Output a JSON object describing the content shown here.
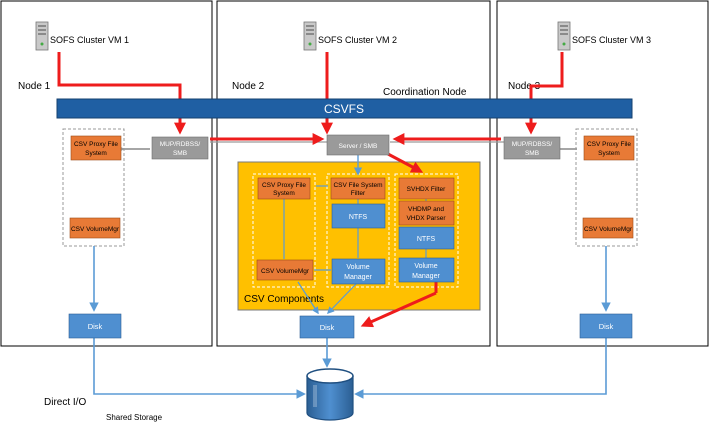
{
  "vms": {
    "vm1": "SOFS Cluster VM 1",
    "vm2": "SOFS Cluster VM 2",
    "vm3": "SOFS Cluster VM 3"
  },
  "nodes": {
    "node1": "Node 1",
    "node2": "Node 2",
    "node3": "Node 3",
    "coordination": "Coordination Node"
  },
  "csvfs_bar": "CSVFS",
  "node1": {
    "proxy": [
      "CSV Proxy File",
      "System"
    ],
    "mup": [
      "MUP/RDBSS/",
      "SMB"
    ],
    "volmgr": "CSV VolumeMgr",
    "disk": "Disk"
  },
  "node2": {
    "server": "Server / SMB",
    "proxy": [
      "CSV Proxy File",
      "System"
    ],
    "volmgr": "CSV VolumeMgr",
    "fs_filter": [
      "CSV File System",
      "Filter"
    ],
    "ntfs1": "NTFS",
    "vm1": [
      "Volume",
      "Manager"
    ],
    "svhdx": "SVHDX Filter",
    "vhdmp": [
      "VHDMP and",
      "VHDX Parser"
    ],
    "ntfs2": "NTFS",
    "vm2": [
      "Volume",
      "Manager"
    ],
    "components": "CSV Components",
    "disk": "Disk"
  },
  "node3": {
    "mup": [
      "MUP/RDBSS/",
      "SMB"
    ],
    "proxy": [
      "CSV Proxy File",
      "System"
    ],
    "volmgr": "CSV VolumeMgr",
    "disk": "Disk"
  },
  "footer": {
    "direct_io": "Direct I/O",
    "shared_storage": "Shared Storage"
  },
  "colors": {
    "csvfs": "#1f5fa3",
    "orange": "#e87a36",
    "blue": "#4f8fd0",
    "gray": "#9a9a9a",
    "yellow": "#ffc000",
    "red": "#ee1c1c",
    "line_blue": "#5b9bd5"
  }
}
